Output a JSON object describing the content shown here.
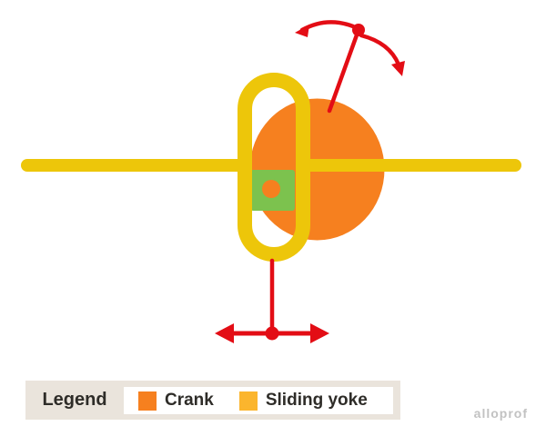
{
  "legend": {
    "title": "Legend",
    "items": [
      {
        "label": "Crank",
        "color": "#F6801F"
      },
      {
        "label": "Sliding yoke",
        "color": "#FBB52D"
      }
    ]
  },
  "watermark": {
    "text": "alloprof"
  },
  "colors": {
    "background": "#FFFFFF",
    "crank": "#F6801F",
    "yoke": "#EDC60A",
    "slider": "#7CC24E",
    "arrow": "#E30D15",
    "legend_bg": "#EAE4DC",
    "text": "#2E2C28",
    "watermark": "#C2C2C2"
  }
}
